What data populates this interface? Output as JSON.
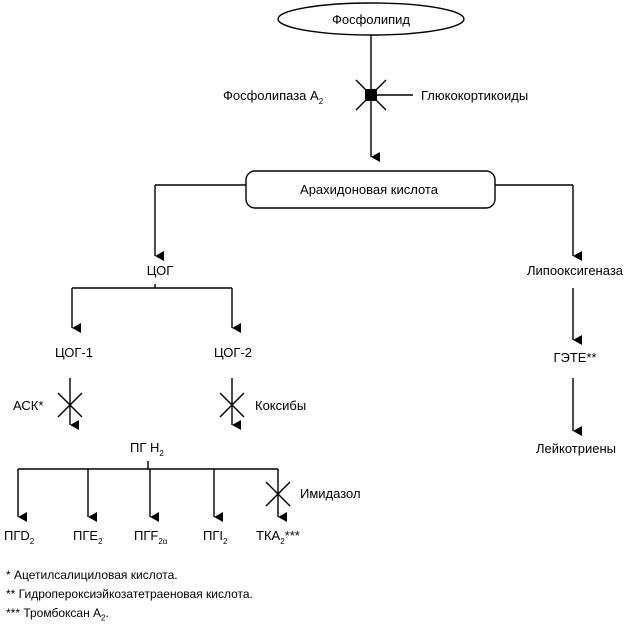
{
  "nodes": {
    "phospholipid": "Фосфолипид",
    "phospholipase": "Фосфолипаза А",
    "phospholipase_sub": "2",
    "glucocorticoids": "Глюкокортикоиды",
    "arachidonic": "Арахидоновая кислота",
    "cox": "ЦОГ",
    "lipoxygenase": "Липооксигеназа",
    "cox1": "ЦОГ-1",
    "cox2": "ЦОГ-2",
    "hete": "ГЭТЕ**",
    "ask": "АСК*",
    "coxibs": "Коксибы",
    "leukotrienes": "Лейкотриены",
    "pgh": "ПГ Н",
    "pgh_sub": "2",
    "imidazole": "Имидазол",
    "pgd": "ПГD",
    "pgd_sub": "2",
    "pge": "ПГЕ",
    "pge_sub": "2",
    "pgf": "ПГF",
    "pgf_sub": "2α",
    "pgi": "ПГI",
    "pgi_sub": "2",
    "tka": "ТКА",
    "tka_sub": "2",
    "tka_suffix": "***"
  },
  "footnotes": {
    "f1": "* Ацетилсалициловая кислота.",
    "f2": "** Гидропероксиэйкозатетраеновая кислота.",
    "f3_prefix": "*** Тромбоксан А",
    "f3_sub": "2",
    "f3_suffix": "."
  }
}
